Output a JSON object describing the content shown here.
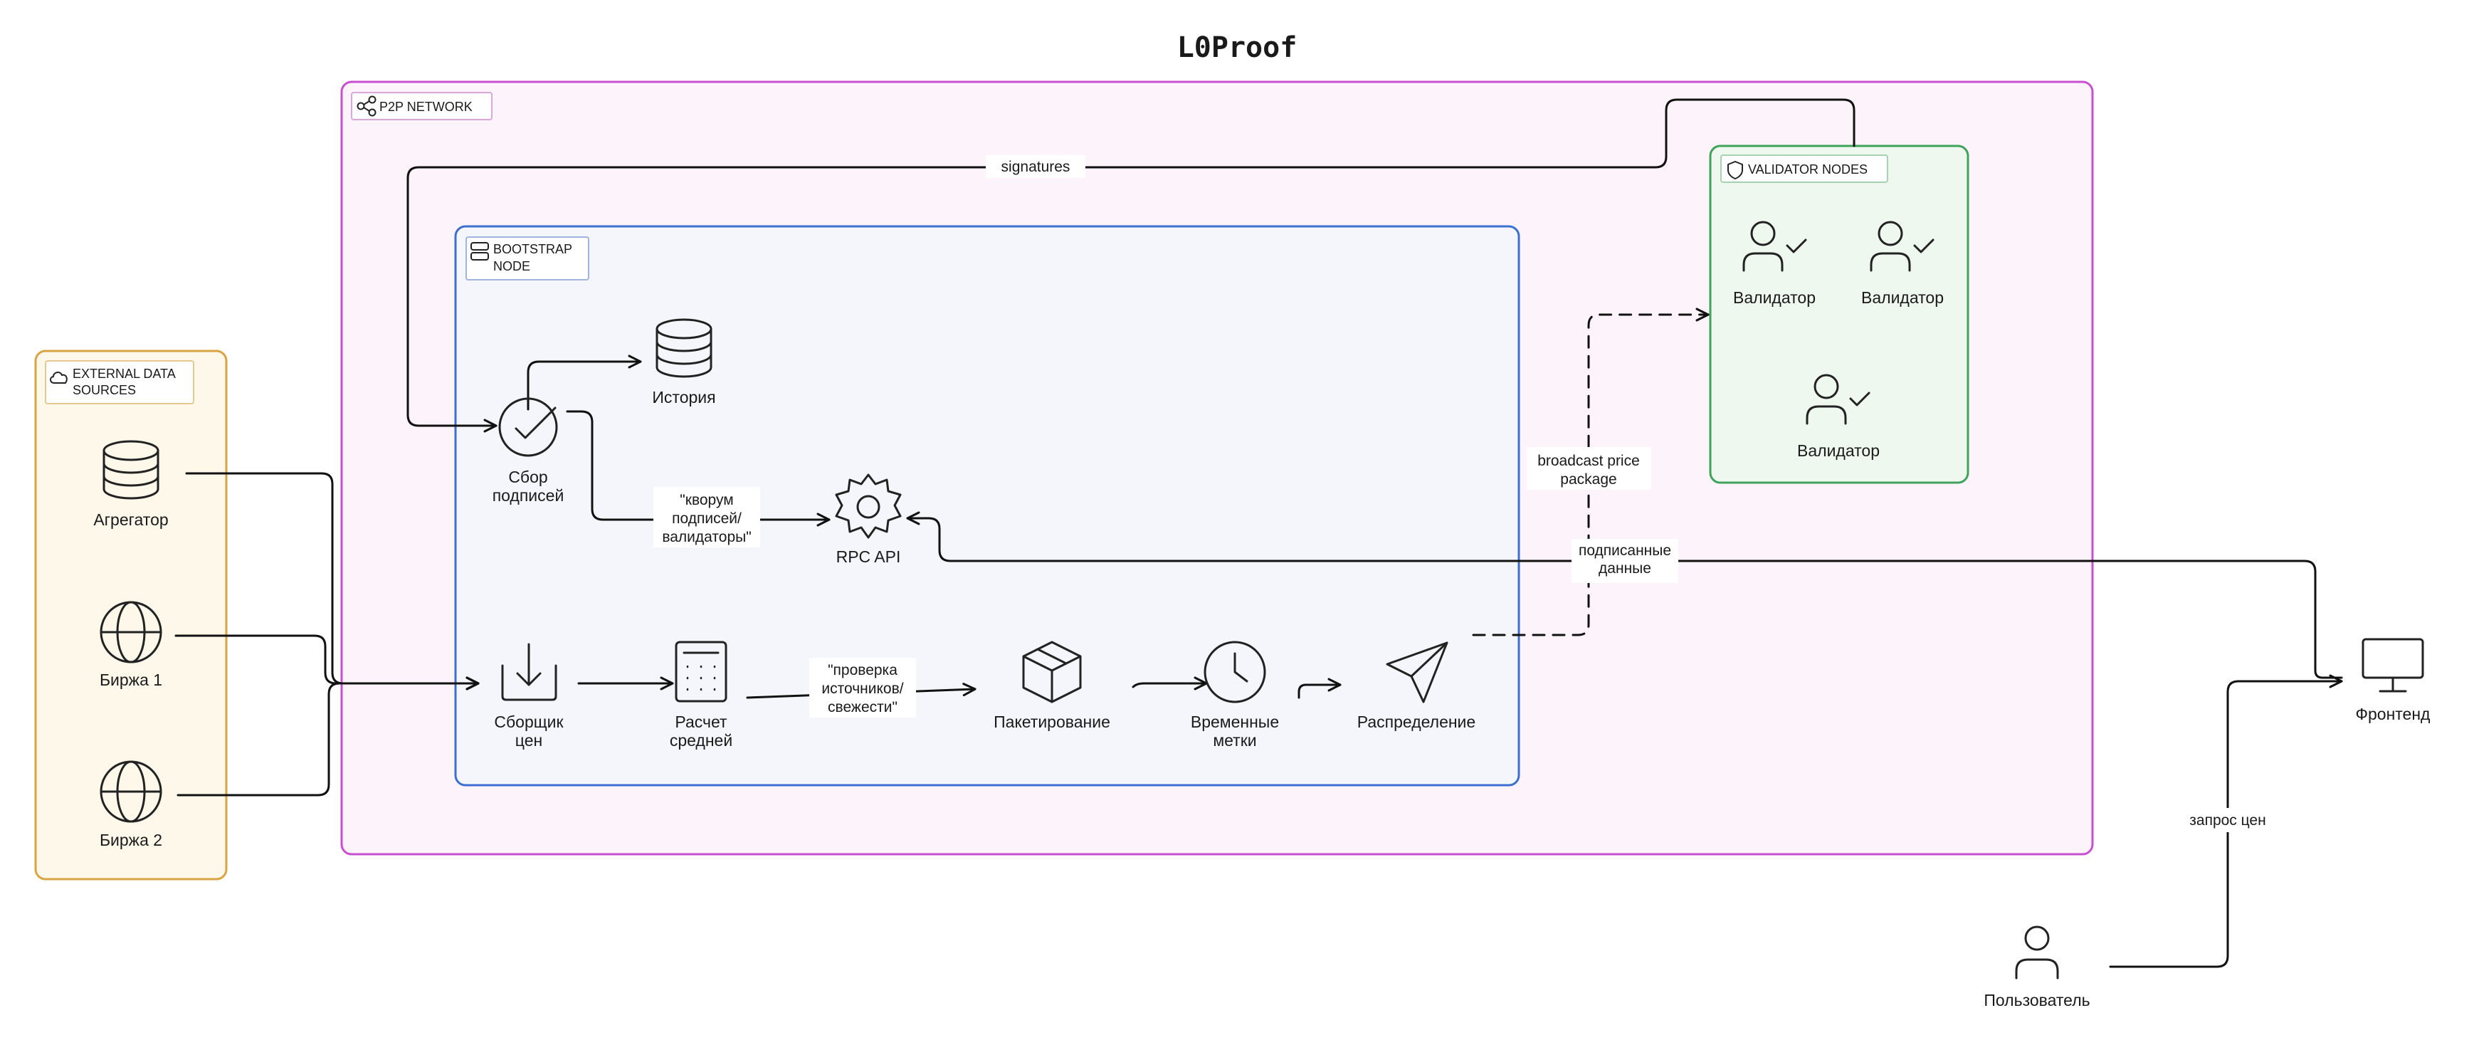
{
  "title": "L0Proof",
  "groups": {
    "p2p": {
      "label": "P2P NETWORK",
      "color": "#c84fcf",
      "fill": "#fcf3fb"
    },
    "bootstrap": {
      "label_line1": "BOOTSTRAP",
      "label_line2": "NODE",
      "color": "#3d6fd0",
      "fill": "#f4f6fb"
    },
    "validators": {
      "label": "VALIDATOR NODES",
      "color": "#3fa35a",
      "fill": "#eef8ef"
    },
    "external": {
      "label_line1": "EXTERNAL DATA",
      "label_line2": "SOURCES",
      "color": "#d9a443",
      "fill": "#fdf8ea"
    }
  },
  "nodes": {
    "aggregator": {
      "label": "Агрегатор",
      "icon": "database-icon"
    },
    "exchange1": {
      "label": "Биржа 1",
      "icon": "globe-icon"
    },
    "exchange2": {
      "label": "Биржа 2",
      "icon": "globe-icon"
    },
    "price_collector": {
      "line1": "Сборщик",
      "line2": "цен",
      "icon": "download-icon"
    },
    "average_calc": {
      "line1": "Расчет",
      "line2": "средней",
      "icon": "calculator-icon"
    },
    "packaging": {
      "label": "Пакетирование",
      "icon": "package-icon"
    },
    "timestamps": {
      "line1": "Временные",
      "line2": "метки",
      "icon": "clock-icon"
    },
    "distribution": {
      "label": "Распределение",
      "icon": "send-icon"
    },
    "history": {
      "label": "История",
      "icon": "database-icon"
    },
    "signature_collection": {
      "line1": "Сбор",
      "line2": "подписей",
      "icon": "check-circle-icon"
    },
    "rpc_api": {
      "label": "RPC API",
      "icon": "gear-icon"
    },
    "validator1": {
      "label": "Валидатор",
      "icon": "user-check-icon"
    },
    "validator2": {
      "label": "Валидатор",
      "icon": "user-check-icon"
    },
    "validator3": {
      "label": "Валидатор",
      "icon": "user-check-icon"
    },
    "frontend": {
      "label": "Фронтенд",
      "icon": "monitor-icon"
    },
    "user": {
      "label": "Пользователь",
      "icon": "user-icon"
    }
  },
  "edges": {
    "signatures": "signatures",
    "quorum": [
      "\"кворум",
      "подписей/",
      "валидаторы\""
    ],
    "check": [
      "\"проверка",
      "источников/",
      "свежести\""
    ],
    "broadcast": [
      "broadcast price",
      "package"
    ],
    "signed": [
      "подписанные",
      "данные"
    ],
    "price_request": "запрос цен"
  }
}
